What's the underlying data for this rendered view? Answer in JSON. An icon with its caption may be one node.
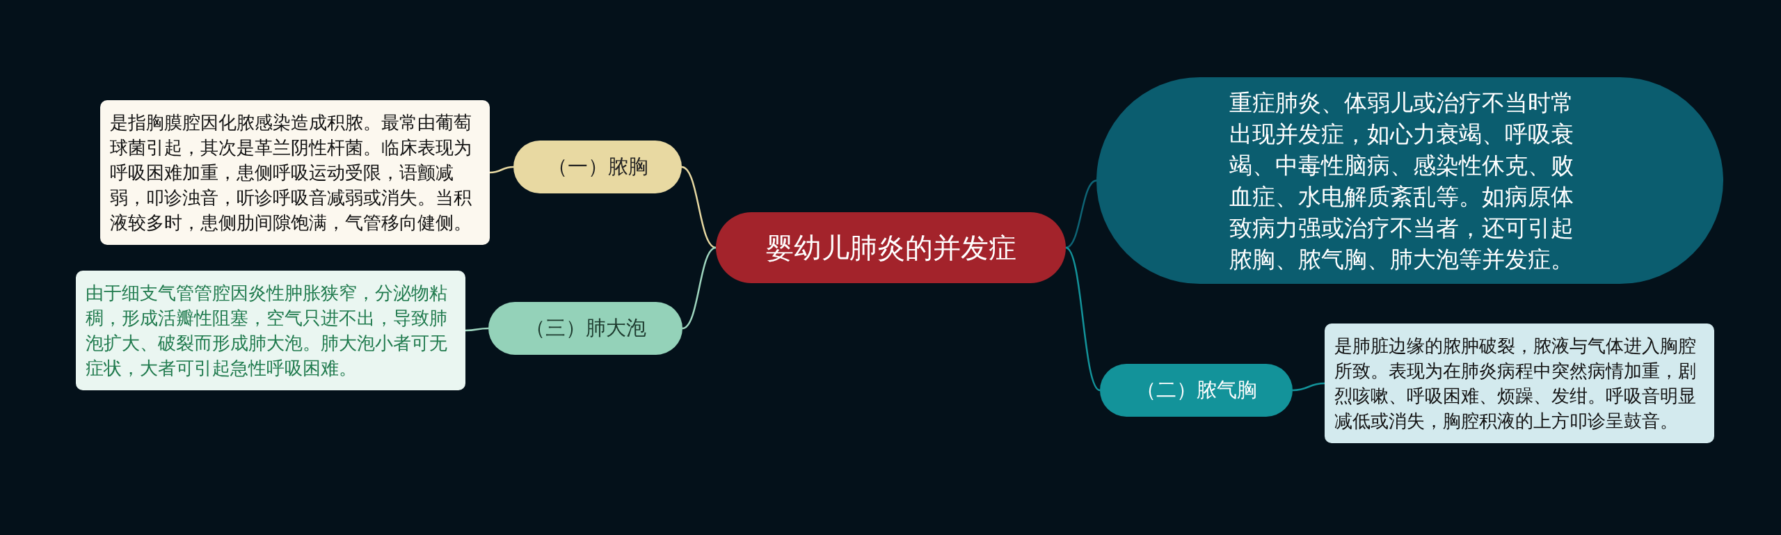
{
  "diagram": {
    "nodes": [
      {
        "text": [
          "婴幼儿肺炎的并发症"
        ]
      },
      {
        "text": [
          "（一）脓胸"
        ]
      },
      {
        "text": [
          "是指胸膜腔因化脓感染造成积脓。最常由葡萄球菌引起，其次是革兰阴性杆菌。临床表现为呼吸困难加重，患侧呼吸运动受限，语颤减弱，叩诊浊音，听诊呼吸音减弱或消失。当积液较多时，患侧肋间隙饱满，气管移向健侧。"
        ]
      },
      {
        "text": [
          "（三）肺大泡"
        ]
      },
      {
        "text": [
          "由于细支气管管腔因炎性肿胀狭窄，分泌物粘稠，形成活瓣性阻塞，空气只进不出，导致肺泡扩大、破裂而形成肺大泡。肺大泡小者可无症状，大者可引起急性呼吸困难。"
        ]
      },
      {
        "text": [
          "重症肺炎、体弱儿或治疗不当时常出现并发症，如心力衰竭、呼吸衰竭、中毒性脑病、感染性休克、败血症、水电解质紊乱等。如病原体致病力强或治疗不当者，还可引起脓胸、脓气胸、肺大泡等并发症。"
        ]
      },
      {
        "text": [
          "（二）脓气胸"
        ]
      },
      {
        "text": [
          "是肺脏边缘的脓肿破裂，脓液与气体进入胸腔所致。表现为在肺炎病程中突然病情加重，剧烈咳嗽、呼吸困难、烦躁、发绀。呼吸音明显减低或消失，胸腔积液的上方叩诊呈鼓音。"
        ]
      }
    ],
    "edges": [
      {
        "from": 0,
        "to": 1,
        "arrow": "none",
        "color": "#e8d9a2"
      },
      {
        "from": 1,
        "to": 2,
        "arrow": "none",
        "color": "#e8d9a2"
      },
      {
        "from": 0,
        "to": 3,
        "arrow": "none",
        "color": "#9fd6bf"
      },
      {
        "from": 3,
        "to": 4,
        "arrow": "none",
        "color": "#9fd6bf"
      },
      {
        "from": 0,
        "to": 5,
        "arrow": "none",
        "color": "#0e6475"
      },
      {
        "from": 0,
        "to": 6,
        "arrow": "none",
        "color": "#13939a"
      },
      {
        "from": 6,
        "to": 7,
        "arrow": "none",
        "color": "#13939a"
      }
    ]
  }
}
